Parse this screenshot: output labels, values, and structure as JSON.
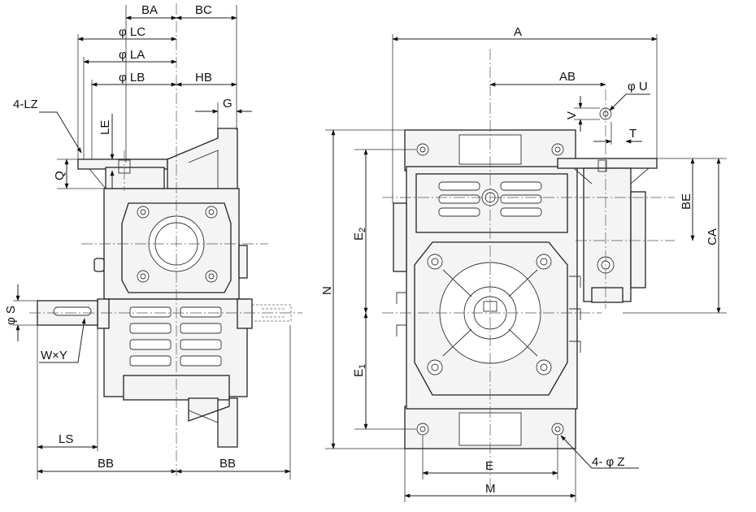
{
  "figure": {
    "side_view": {
      "labels": {
        "BA": "BA",
        "BC": "BC",
        "LC": "φ LC",
        "LA": "φ LA",
        "LB": "φ LB",
        "HB": "HB",
        "G": "G",
        "LZ": "4-LZ",
        "LE": "LE",
        "Q": "Q",
        "S": "φ S",
        "WY": "W×Y",
        "LS": "LS",
        "BB_left": "BB",
        "BB_right": "BB"
      }
    },
    "front_view": {
      "labels": {
        "A": "A",
        "AB": "AB",
        "U": "φ U",
        "V": "V",
        "T": "T",
        "E2": "E",
        "E2_sub": "2",
        "N": "N",
        "E1": "E",
        "E1_sub": "1",
        "BE": "BE",
        "CA": "CA",
        "E": "E",
        "M": "M",
        "Z": "4- φ Z"
      }
    }
  }
}
